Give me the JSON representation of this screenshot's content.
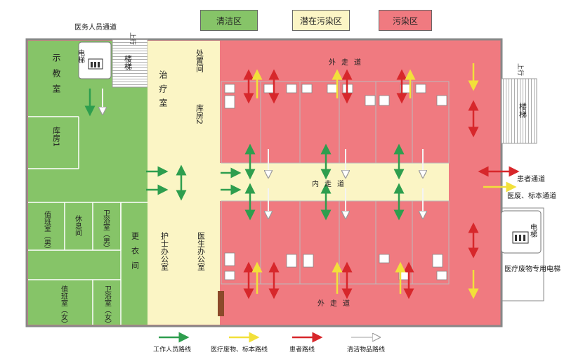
{
  "colors": {
    "clean": "#86c468",
    "semi": "#fbf5c5",
    "contaminated": "#f07a80",
    "staff_route": "#2e9e4e",
    "waste_route": "#f2e03a",
    "patient_route": "#d7272b",
    "supply_route": "#e8e8e8"
  },
  "zone_legend": {
    "clean": "清洁区",
    "semi": "潜在污染区",
    "contaminated": "污染区"
  },
  "labels": {
    "staff_passage": "医务人员通道",
    "up_left": "上行",
    "up_right": "上行",
    "stairs_left": "楼梯",
    "stairs_right": "楼梯",
    "elevator_left": "电梯",
    "elevator_right": "电梯",
    "teaching": "示教室",
    "storage1": "库房1",
    "treatment": "治疗室",
    "disposal": "处置间",
    "storage2": "库房2",
    "outer_corridor_top": "外走道",
    "outer_corridor_bottom": "外走道",
    "inner_corridor": "内走道",
    "duty_male": "值班室（男）",
    "rest": "休息间",
    "bath_male": "卫浴室（男）",
    "changing": "更衣间",
    "duty_female": "值班室（女）",
    "bath_female": "卫浴室（女）",
    "nurse_office": "护士办公室",
    "doctor_office": "医生办公室",
    "patient_passage": "患者通道",
    "waste_passage": "医废、标本通道",
    "waste_elevator": "医疗废物专用电梯"
  },
  "route_legend": [
    {
      "key": "staff",
      "label": "工作人员路线"
    },
    {
      "key": "waste",
      "label": "医疗废物、标本路线"
    },
    {
      "key": "patient",
      "label": "患者路线"
    },
    {
      "key": "supply",
      "label": "清洁物品路线"
    }
  ]
}
